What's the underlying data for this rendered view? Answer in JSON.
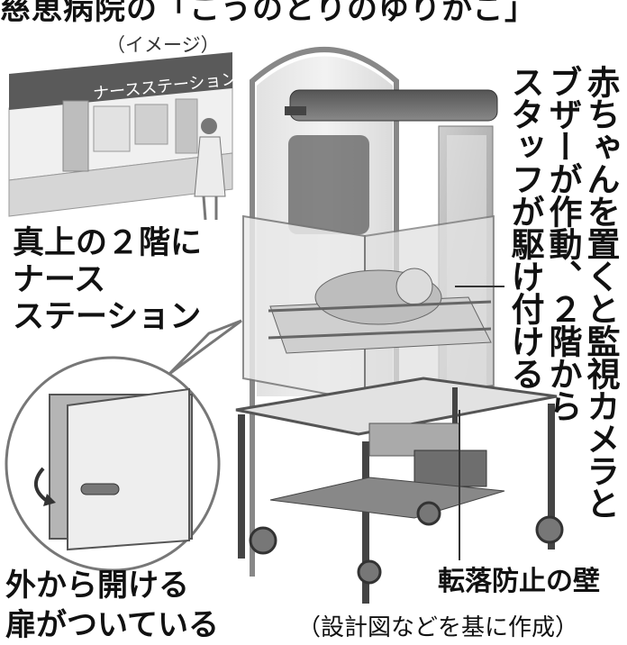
{
  "title": "慈恵病院の「こうのとりのゆりかご」",
  "image_note": "（イメージ）",
  "nurse_station_sign": "ナースステーション",
  "nurse_station_label": [
    "真上の２階に",
    "ナース",
    "ステーション"
  ],
  "staff_columns": [
    "赤ちゃんを置くと監視カメラと",
    "ブザーが作動、２階から",
    "スタッフが駆け付ける"
  ],
  "door_label": [
    "外から開ける",
    "扉がついている"
  ],
  "wall_label": "転落防止の壁",
  "source_note": "（設計図などを基に作成）"
}
